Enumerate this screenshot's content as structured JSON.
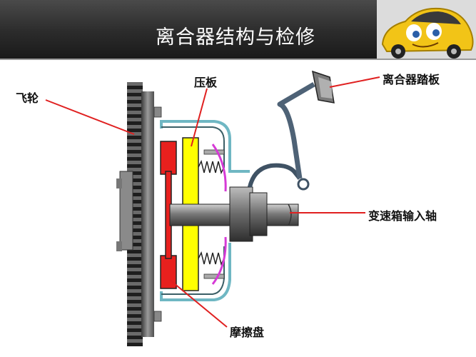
{
  "title": "离合器结构与检修",
  "labels": {
    "flywheel": "飞轮",
    "pressure_plate": "压板",
    "clutch_pedal": "离合器踏板",
    "input_shaft": "变速箱输入轴",
    "friction_disc": "摩擦盘"
  },
  "colors": {
    "banner": "#2b2b2b",
    "pressure_plate": "#ffff00",
    "friction_disc": "#e8201e",
    "cover": "#6fb7c3",
    "spring": "#d63ad6",
    "leader": "#e02020"
  }
}
